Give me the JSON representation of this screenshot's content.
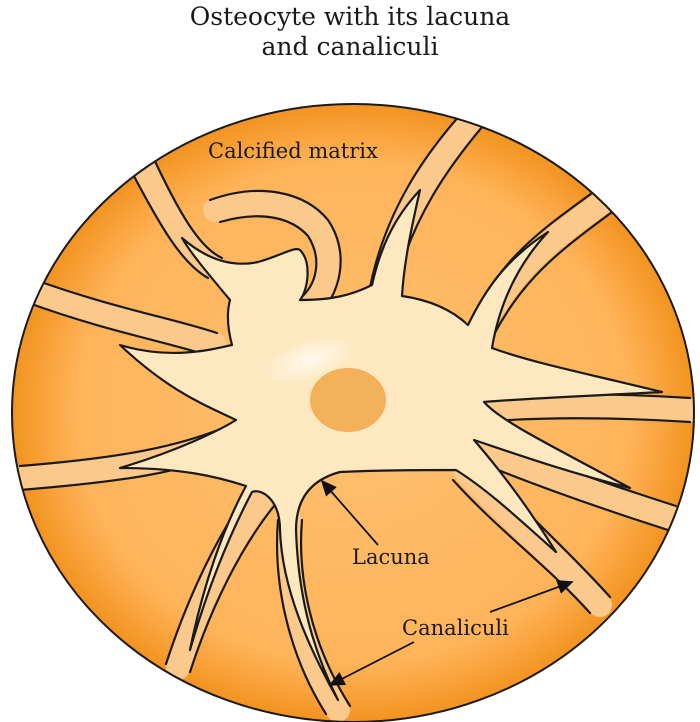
{
  "title": {
    "line1": "Osteocyte with its lacuna",
    "line2": "and canaliculi"
  },
  "labels": {
    "calcified_matrix": "Calcified matrix",
    "lacuna": "Lacuna",
    "canaliculi": "Canaliculi"
  },
  "colors": {
    "matrix_outer": "#f2961e",
    "matrix_inner": "#ffb55a",
    "canal_fill": "#fbc98b",
    "cell_fill": "#fde8bf",
    "nucleus": "#f3b25a",
    "outline": "#1a1a1a"
  }
}
